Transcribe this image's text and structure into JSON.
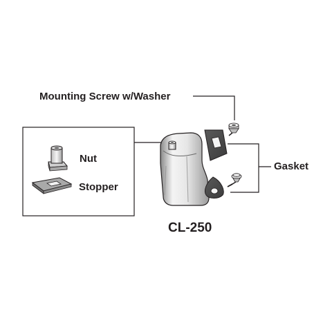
{
  "labels": {
    "mounting_screw": "Mounting Screw w/Washer",
    "nut": "Nut",
    "stopper": "Stopper",
    "gasket": "Gasket",
    "model": "CL-250"
  },
  "colors": {
    "outline": "#231f20",
    "part_fill_light": "#f2f2f2",
    "part_fill_mid": "#bdbdbd",
    "part_fill_dark": "#7a7a7a"
  }
}
